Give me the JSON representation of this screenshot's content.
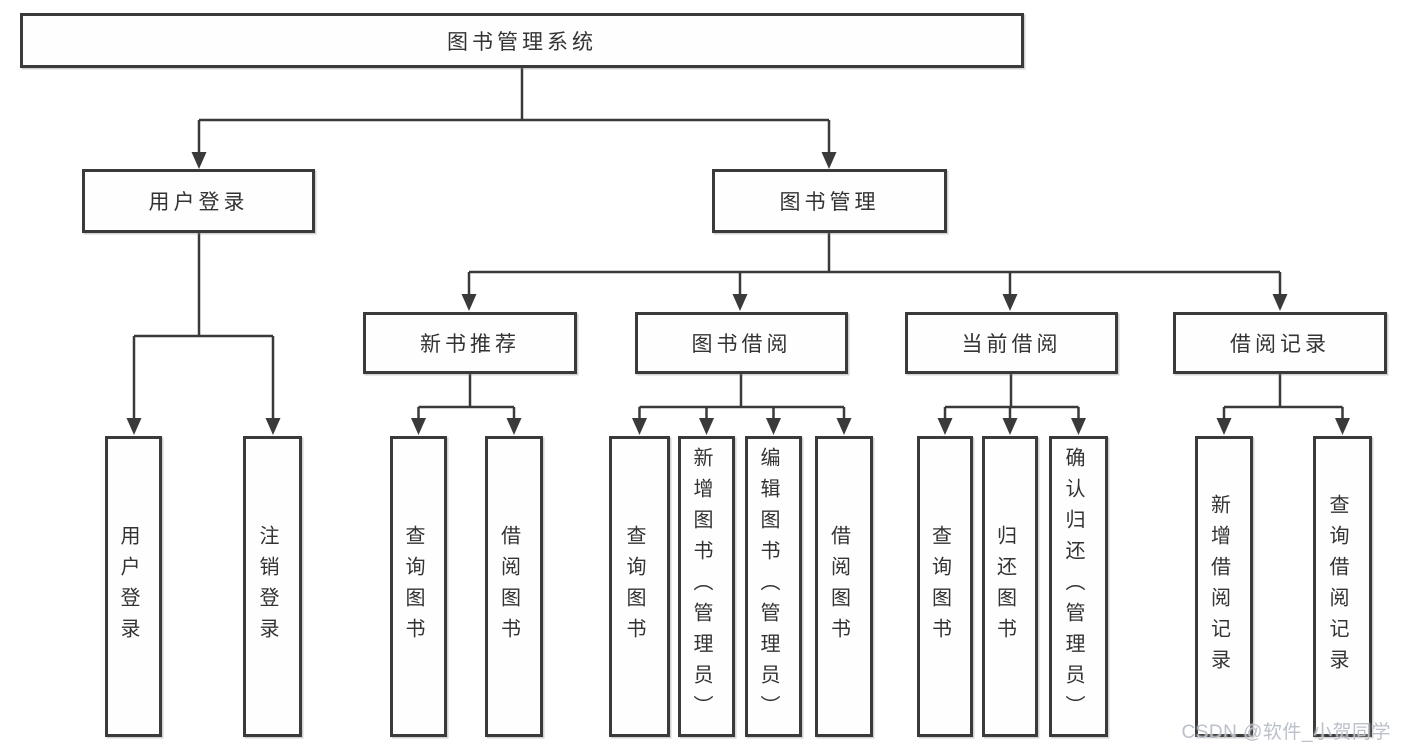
{
  "nodes": {
    "root": "图书管理系统",
    "user_login": "用户登录",
    "book_management": "图书管理",
    "new_book_recommend": "新书推荐",
    "book_borrowing": "图书借阅",
    "current_borrowing": "当前借阅",
    "borrowing_records": "借阅记录",
    "ul_user_login": "用户登录",
    "ul_logout": "注销登录",
    "nbr_query_books": "查询图书",
    "nbr_borrow_books": "借阅图书",
    "bb_query_books": "查询图书",
    "bb_add_books": "新增图书（管理员）",
    "bb_edit_books": "编辑图书（管理员）",
    "bb_borrow_books": "借阅图书",
    "cb_query_books": "查询图书",
    "cb_return_books": "归还图书",
    "cb_confirm_return": "确认归还（管理员）",
    "br_add_record": "新增借阅记录",
    "br_query_record": "查询借阅记录"
  },
  "hierarchy": {
    "图书管理系统": {
      "用户登录": [
        "用户登录",
        "注销登录"
      ],
      "图书管理": {
        "新书推荐": [
          "查询图书",
          "借阅图书"
        ],
        "图书借阅": [
          "查询图书",
          "新增图书（管理员）",
          "编辑图书（管理员）",
          "借阅图书"
        ],
        "当前借阅": [
          "查询图书",
          "归还图书",
          "确认归还（管理员）"
        ],
        "借阅记录": [
          "新增借阅记录",
          "查询借阅记录"
        ]
      }
    }
  },
  "watermark": "CSDN @软件_小贺同学",
  "colors": {
    "line": "#3a3a3a",
    "box_border": "#3a3a3a",
    "text": "#333333",
    "background": "#ffffff",
    "watermark": "#b7bdc7"
  }
}
